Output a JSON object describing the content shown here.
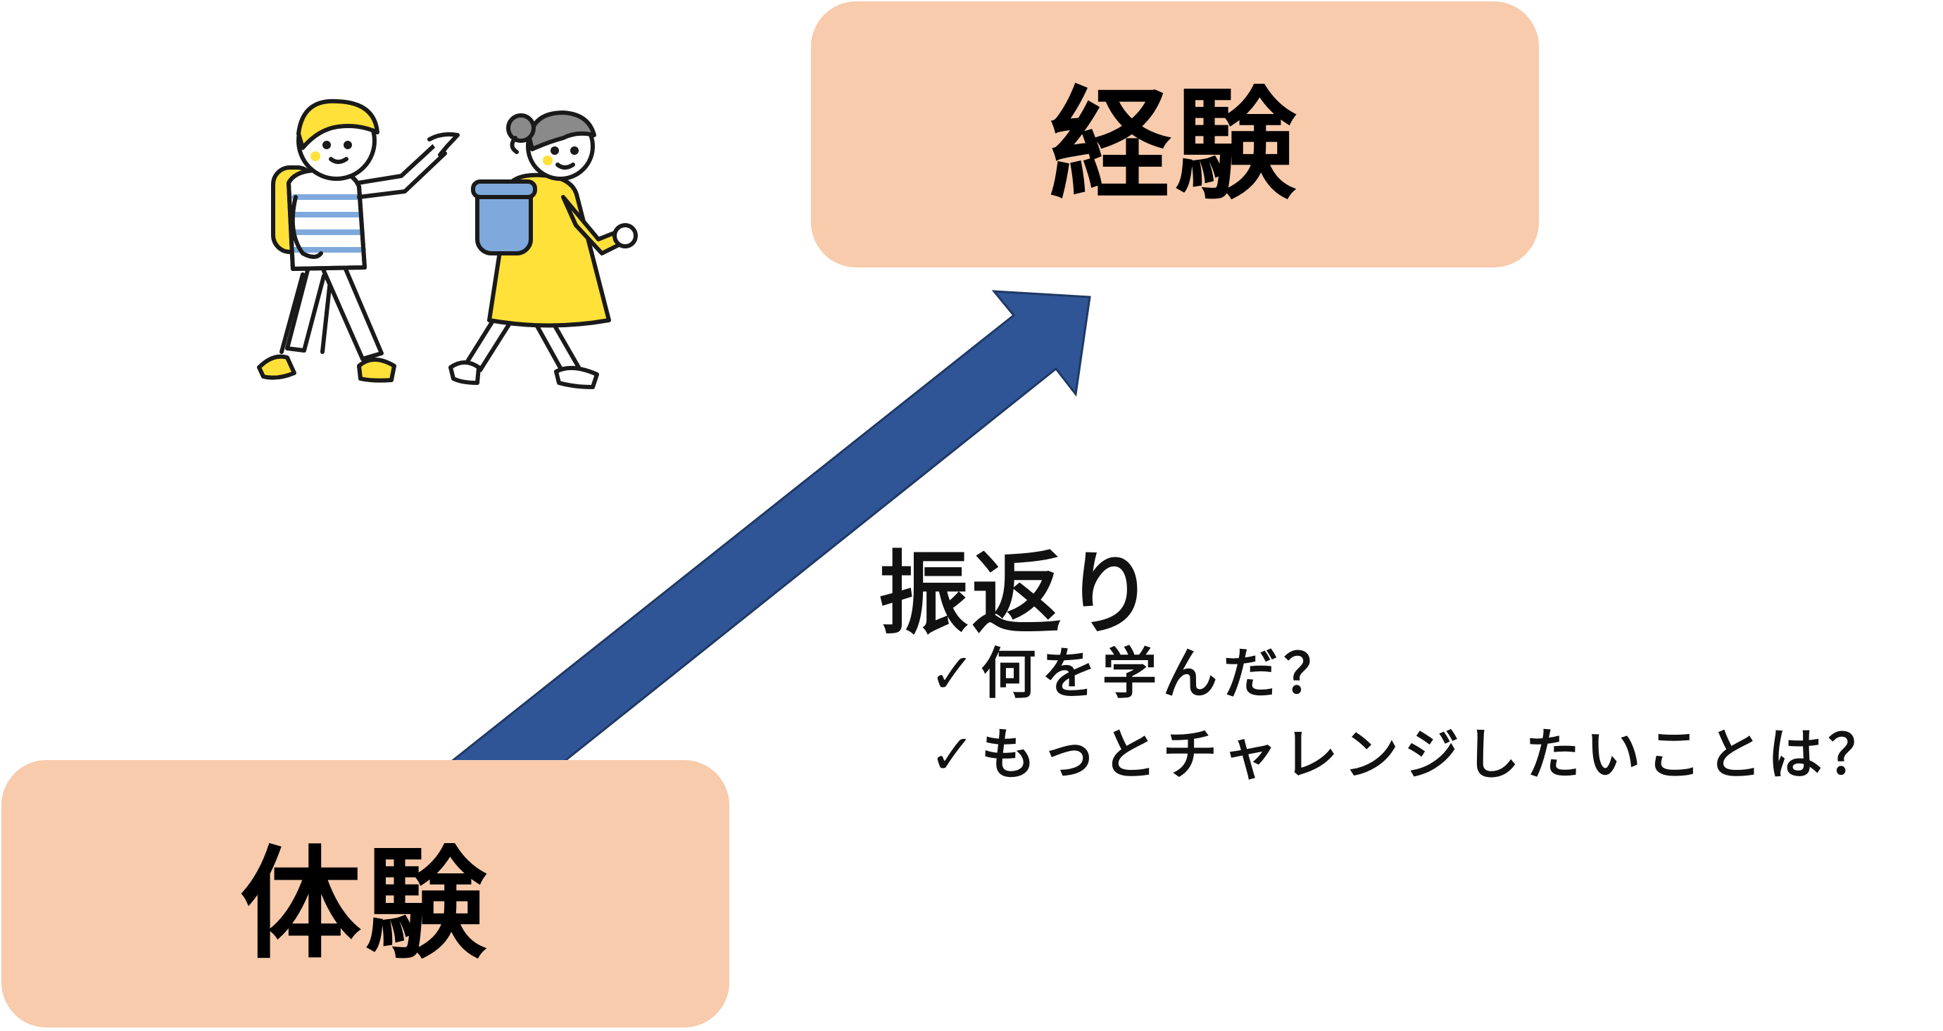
{
  "colors": {
    "box": "#F7CBAC",
    "arrow": "#2F5597",
    "arrow_outline": "#1F3864",
    "kid_yellow": "#FFE13A",
    "kid_blue": "#7FA9DC",
    "line": "#1a1a1a"
  },
  "diagram": {
    "top_box": {
      "label": "経験"
    },
    "bottom_box": {
      "label": "体験"
    },
    "reflection": {
      "title": "振返り",
      "questions": [
        "✓何を学んだ？",
        "✓もっとチャレンジしたいことは？"
      ]
    }
  },
  "illustration": {
    "subject": "two-children-walking-icon"
  }
}
